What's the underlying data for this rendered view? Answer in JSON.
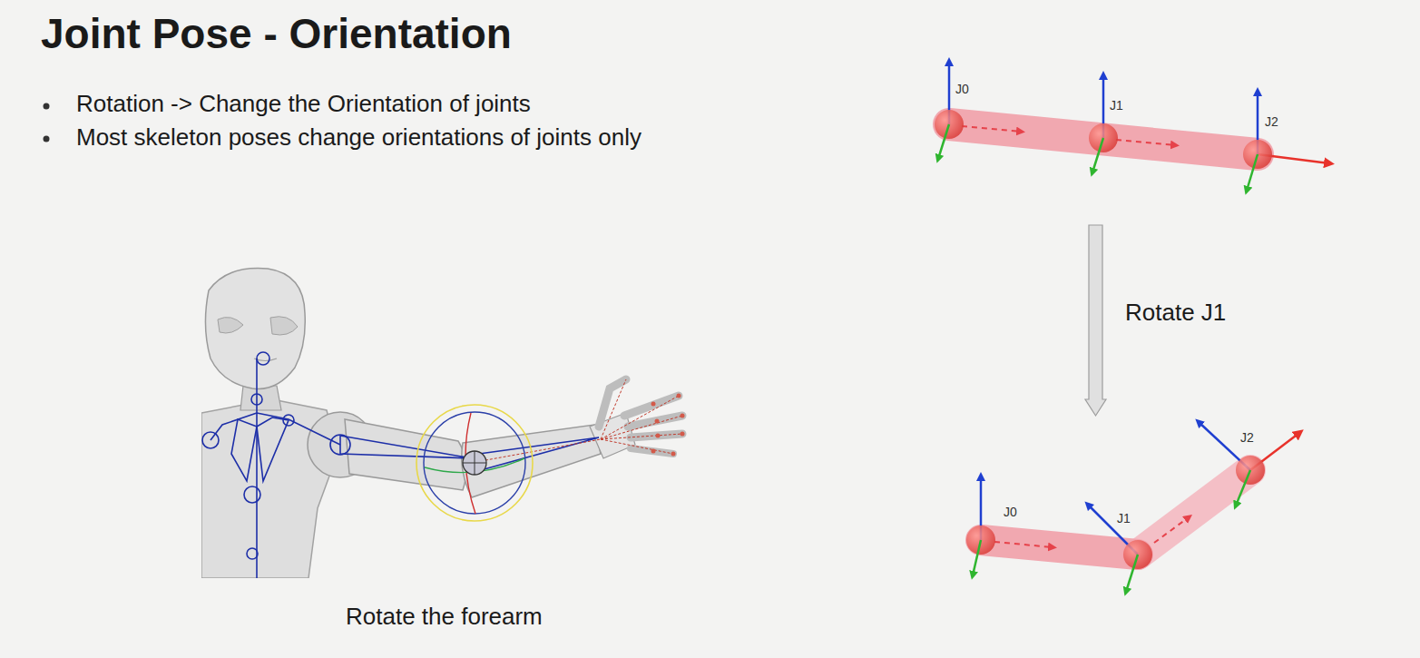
{
  "diagram": {
    "title": "Joint Pose - Orientation",
    "caption": "Rotate the forearm",
    "labels": [
      "Rotation -> Change the Orientation of joints",
      "Most skeleton poses change orientations of joints only",
      "J0",
      "J1",
      "J2",
      "Rotate J1",
      "J0",
      "J1",
      "J2"
    ]
  }
}
